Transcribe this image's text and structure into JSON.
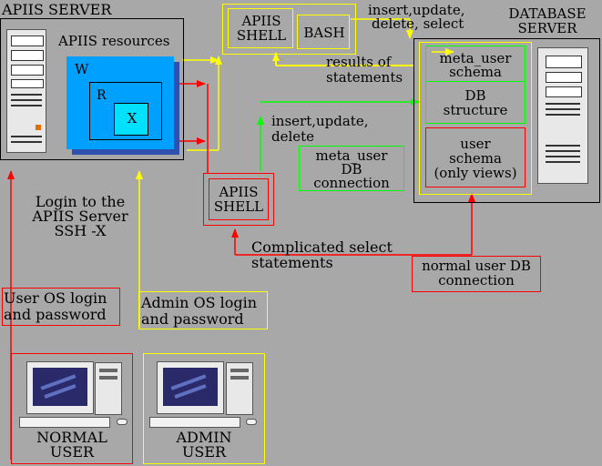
{
  "apiis_server": {
    "title": "APIIS SERVER",
    "resources_label": "APIIS resources",
    "w_label": "W",
    "r_label": "R",
    "x_label": "X"
  },
  "top_shell": {
    "label_line1": "APIIS",
    "label_line2": "SHELL"
  },
  "bash": {
    "label": "BASH"
  },
  "arrow_labels": {
    "insert_update_delete_select_line1": "insert,update,",
    "insert_update_delete_select_line2": "delete, select",
    "results_line1": "results of",
    "results_line2": "statements",
    "insert_update_delete_line1": "insert,update,",
    "insert_update_delete_line2": "delete",
    "complicated_line1": "Complicated select",
    "complicated_line2": "statements",
    "login_line1": "Login to the",
    "login_line2": "APIIS Server",
    "login_line3": "SSH -X"
  },
  "database_server": {
    "title_line1": "DATABASE",
    "title_line2": "SERVER",
    "meta_user_schema_line1": "meta_user",
    "meta_user_schema_line2": "schema",
    "db_structure_line1": "DB",
    "db_structure_line2": "structure",
    "user_schema_line1": "user",
    "user_schema_line2": "schema",
    "user_schema_line3": "(only views)"
  },
  "meta_user_connection": {
    "line1": "meta_user",
    "line2": "DB",
    "line3": "connection"
  },
  "lower_shell": {
    "label_line1": "APIIS",
    "label_line2": "SHELL"
  },
  "normal_user_connection": {
    "line1": "normal user DB",
    "line2": "connection"
  },
  "user_os_login": {
    "line1": "User OS login",
    "line2": "and password"
  },
  "admin_os_login": {
    "line1": "Admin OS login",
    "line2": "and password"
  },
  "normal_user": {
    "line1": "NORMAL",
    "line2": "USER"
  },
  "admin_user": {
    "line1": "ADMIN",
    "line2": "USER"
  },
  "colors": {
    "background": "#a8a8a8",
    "yellow": "#ffff00",
    "red": "#ff0000",
    "green": "#00ff00",
    "blue": "#00a8ff",
    "cyan": "#00e0ff"
  }
}
